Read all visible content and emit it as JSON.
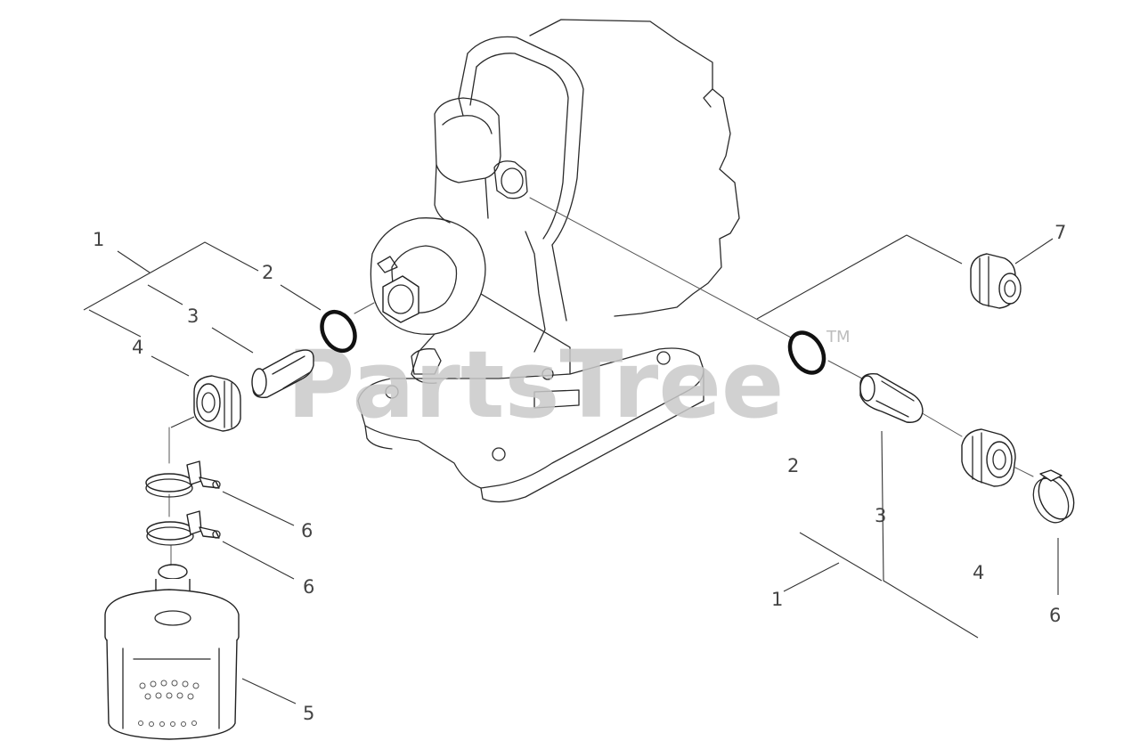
{
  "watermark": {
    "brand": "PartsTree",
    "trademark": "TM"
  },
  "callouts": {
    "left_1": "1",
    "left_2": "2",
    "left_3": "3",
    "left_4": "4",
    "left_6a": "6",
    "left_6b": "6",
    "left_5": "5",
    "right_7": "7",
    "right_2": "2",
    "right_3": "3",
    "right_4": "4",
    "right_1": "1",
    "right_6": "6"
  }
}
